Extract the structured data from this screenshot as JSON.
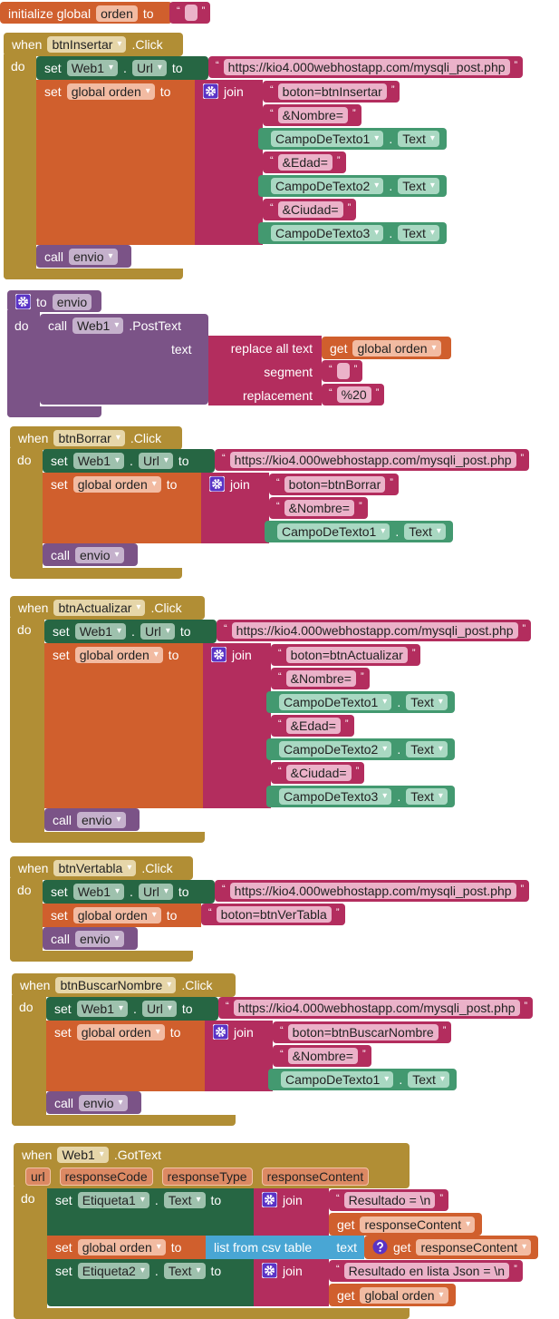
{
  "keywords": {
    "initialize_global": "initialize global",
    "to": "to",
    "when": "when",
    "do": "do",
    "set": "set",
    "call": "call",
    "get": "get",
    "join": "join",
    "dot": ".",
    "quote_open": "“",
    "quote_close": "”",
    "dropdown": "▾"
  },
  "init": {
    "var_name": "orden",
    "value": ""
  },
  "components": {
    "web": "Web1",
    "url_prop": "Url",
    "text_prop": "Text",
    "global_var": "global orden",
    "procedure": "envio",
    "campo1": "CampoDeTexto1",
    "campo2": "CampoDeTexto2",
    "campo3": "CampoDeTexto3"
  },
  "url": "https://kio4.000webhostapp.com/mysqli_post.php",
  "insertar": {
    "component": "btnInsertar",
    "event": ".Click",
    "s1": "boton=btnInsertar",
    "s2": "&Nombre=",
    "s3": "&Edad=",
    "s4": "&Ciudad="
  },
  "procedure": {
    "name": "envio",
    "method": ".PostText",
    "arg_text": "text",
    "replace_label": "replace all text",
    "segment_label": "segment",
    "replacement_label": "replacement",
    "segment_value": "",
    "replacement_value": "%20"
  },
  "borrar": {
    "component": "btnBorrar",
    "event": ".Click",
    "s1": "boton=btnBorrar",
    "s2": "&Nombre="
  },
  "actualizar": {
    "component": "btnActualizar",
    "event": ".Click",
    "s1": "boton=btnActualizar",
    "s2": "&Nombre=",
    "s3": "&Edad=",
    "s4": "&Ciudad="
  },
  "vertabla": {
    "component": "btnVertabla",
    "event": ".Click",
    "s1": "boton=btnVerTabla"
  },
  "buscar": {
    "component": "btnBuscarNombre",
    "event": ".Click",
    "s1": "boton=btnBuscarNombre",
    "s2": "&Nombre="
  },
  "gottext": {
    "component": "Web1",
    "event": ".GotText",
    "params": [
      "url",
      "responseCode",
      "responseType",
      "responseContent"
    ],
    "label1": "Etiqueta1",
    "str1": "Resultado = \\n",
    "get_var": "responseContent",
    "list_label": "list from csv table",
    "list_arg": "text",
    "label2": "Etiqueta2",
    "str2": "Resultado en lista Json = \\n"
  },
  "colors": {
    "event": "#b18e35",
    "set_component": "#266643",
    "variable": "#d05f2d",
    "text": "#b32d5e",
    "component_getter": "#439970",
    "procedure": "#7b5387",
    "list": "#49a6d4"
  }
}
